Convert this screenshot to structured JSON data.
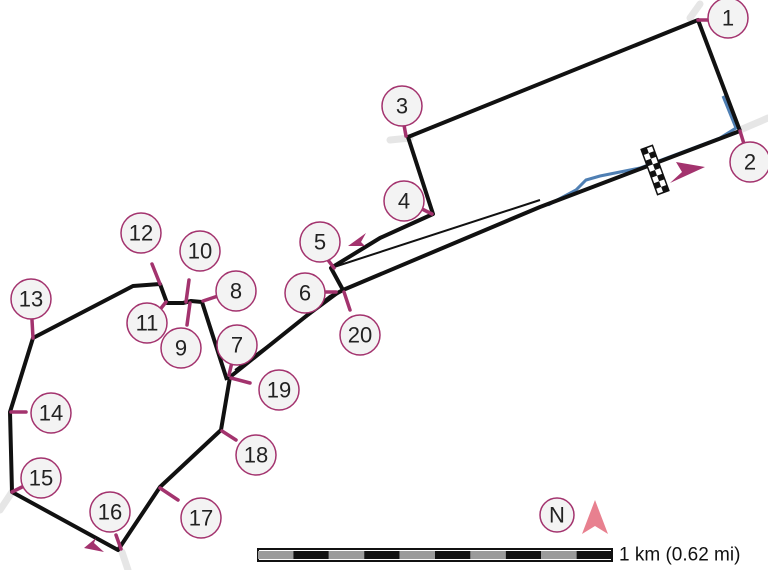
{
  "map": {
    "scale_label": "1 km (0.62 mi)",
    "north_label": "N",
    "colors": {
      "track": "#111111",
      "pit_lane": "#4f7fb3",
      "marker": "#a3336e",
      "label_fill": "#f3f3f3",
      "background_road": "#e6e6e6",
      "north_arrow": "#e8808f"
    },
    "corners": [
      {
        "number": "1"
      },
      {
        "number": "2"
      },
      {
        "number": "3"
      },
      {
        "number": "4"
      },
      {
        "number": "5"
      },
      {
        "number": "6"
      },
      {
        "number": "7"
      },
      {
        "number": "8"
      },
      {
        "number": "9"
      },
      {
        "number": "10"
      },
      {
        "number": "11"
      },
      {
        "number": "12"
      },
      {
        "number": "13"
      },
      {
        "number": "14"
      },
      {
        "number": "15"
      },
      {
        "number": "16"
      },
      {
        "number": "17"
      },
      {
        "number": "18"
      },
      {
        "number": "19"
      },
      {
        "number": "20"
      }
    ]
  }
}
